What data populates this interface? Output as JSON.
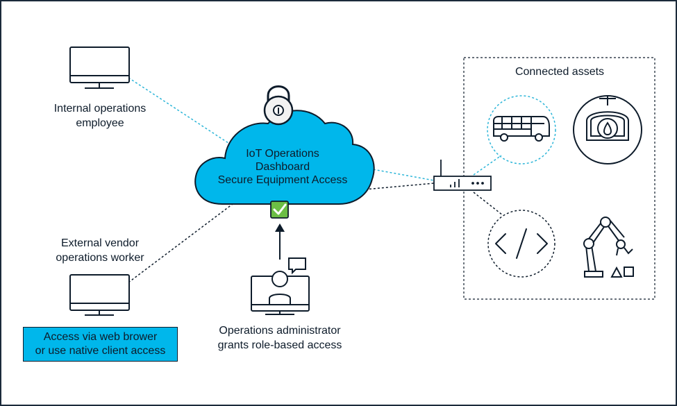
{
  "labels": {
    "internal_employee": [
      "Internal operations",
      "employee"
    ],
    "external_vendor": [
      "External vendor",
      "operations worker"
    ],
    "cloud": [
      "IoT Operations",
      "Dashboard",
      "Secure Equipment Access"
    ],
    "administrator": [
      "Operations administrator",
      "grants role-based access"
    ],
    "connected_assets": "Connected assets",
    "access_note": [
      "Access via web brower",
      "or use native client access"
    ]
  },
  "colors": {
    "navy": "#0d1b2a",
    "cloud_blue": "#00b7eb",
    "dashed_cyan": "#2bb5d8",
    "check_green": "#6cbe45",
    "lock_grey": "#f2f2f2"
  },
  "icons": {
    "monitor": "monitor-icon",
    "lock": "padlock-icon",
    "check": "checkmark-icon",
    "admin": "admin-monitor-icon",
    "gateway": "router-icon",
    "bus": "bus-icon",
    "tank": "tank-icon",
    "code": "code-icon",
    "robot": "robot-arm-icon"
  }
}
